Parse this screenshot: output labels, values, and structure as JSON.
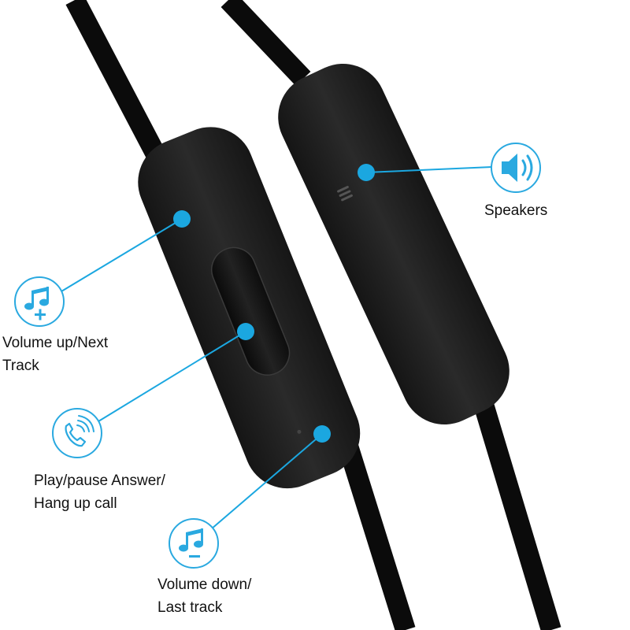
{
  "callouts": {
    "speakers": {
      "icon": "speaker-icon",
      "lines": [
        "Speakers"
      ]
    },
    "volume_up": {
      "icon": "music-note-plus-icon",
      "lines": [
        "Volume up/Next",
        "Track"
      ]
    },
    "play_pause": {
      "icon": "phone-ringing-icon",
      "lines": [
        "Play/pause Answer/",
        "Hang up call"
      ]
    },
    "volume_down": {
      "icon": "music-note-minus-icon",
      "lines": [
        "Volume down/",
        "Last track"
      ]
    }
  },
  "colors": {
    "accent": "#1ba7e0",
    "icon_blue": "#2aa9e0",
    "cable": "#0b0b0b",
    "remote_body": "#1c1c1c",
    "background": "#ffffff",
    "text": "#111111"
  }
}
